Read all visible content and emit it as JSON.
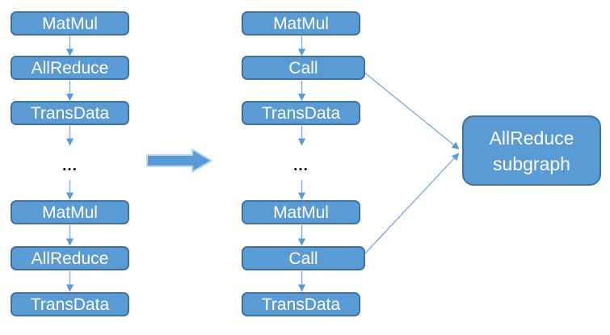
{
  "diagram": {
    "title_note": "graph fusion: AllReduce chain replaced by Call nodes referencing an AllReduce subgraph",
    "colors": {
      "node_fill": "#5B9BD5",
      "node_border": "#41719C",
      "node_text": "#FFFFFF",
      "connector_line": "#7FACDE",
      "connector_arrowhead": "#5B9BD5",
      "block_arrow_fill": "#5B9BD5",
      "block_arrow_border": "#BDD7EE",
      "ellipsis_text": "#111111",
      "background": "#FFFFFF"
    },
    "left_column": {
      "ellipsis": "...",
      "nodes": [
        {
          "label": "MatMul"
        },
        {
          "label": "AllReduce"
        },
        {
          "label": "TransData"
        },
        {
          "label": "MatMul"
        },
        {
          "label": "AllReduce"
        },
        {
          "label": "TransData"
        }
      ]
    },
    "middle_column": {
      "ellipsis": "...",
      "nodes": [
        {
          "label": "MatMul"
        },
        {
          "label": "Call"
        },
        {
          "label": "TransData"
        },
        {
          "label": "MatMul"
        },
        {
          "label": "Call"
        },
        {
          "label": "TransData"
        }
      ]
    },
    "subgraph_node": {
      "label": "AllReduce subgraph"
    }
  }
}
